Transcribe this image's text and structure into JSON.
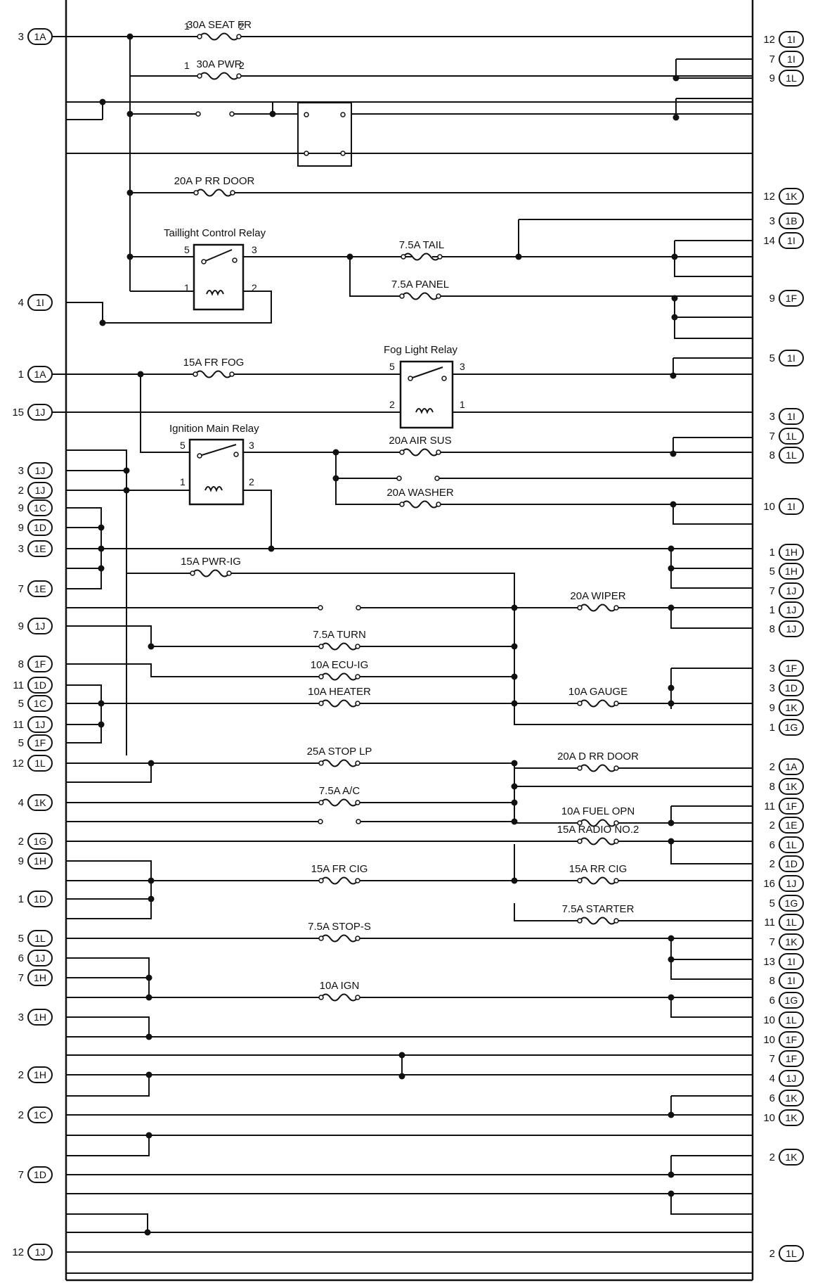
{
  "fuses": [
    {
      "label": "30A SEAT FR",
      "pins": [
        "1",
        "2"
      ]
    },
    {
      "label": "30A PWR",
      "pins": [
        "1",
        "2"
      ]
    },
    {
      "label": "20A P RR DOOR"
    },
    {
      "label": "7.5A TAIL"
    },
    {
      "label": "7.5A PANEL"
    },
    {
      "label": "15A FR FOG"
    },
    {
      "label": "20A AIR SUS"
    },
    {
      "label": "20A WASHER"
    },
    {
      "label": "15A PWR-IG"
    },
    {
      "label": "20A WIPER"
    },
    {
      "label": "7.5A TURN"
    },
    {
      "label": "10A ECU-IG"
    },
    {
      "label": "10A HEATER"
    },
    {
      "label": "10A GAUGE"
    },
    {
      "label": "25A STOP LP"
    },
    {
      "label": "20A D RR DOOR"
    },
    {
      "label": "7.5A A/C"
    },
    {
      "label": "10A FUEL OPN"
    },
    {
      "label": "15A RADIO NO.2"
    },
    {
      "label": "15A FR CIG"
    },
    {
      "label": "15A RR CIG"
    },
    {
      "label": "7.5A STARTER"
    },
    {
      "label": "7.5A STOP-S"
    },
    {
      "label": "10A IGN"
    }
  ],
  "relays": [
    {
      "label": "Taillight Control Relay",
      "pins": [
        "5",
        "3",
        "1",
        "2"
      ]
    },
    {
      "label": "Fog Light Relay",
      "pins": [
        "5",
        "3",
        "2",
        "1"
      ]
    },
    {
      "label": "Ignition Main Relay",
      "pins": [
        "5",
        "3",
        "1",
        "2"
      ]
    }
  ],
  "left_terminals": [
    {
      "pin": "3",
      "code": "1A"
    },
    {
      "pin": "4",
      "code": "1I"
    },
    {
      "pin": "1",
      "code": "1A"
    },
    {
      "pin": "15",
      "code": "1J"
    },
    {
      "pin": "3",
      "code": "1J"
    },
    {
      "pin": "2",
      "code": "1J"
    },
    {
      "pin": "9",
      "code": "1C"
    },
    {
      "pin": "9",
      "code": "1D"
    },
    {
      "pin": "3",
      "code": "1E"
    },
    {
      "pin": "7",
      "code": "1E"
    },
    {
      "pin": "9",
      "code": "1J"
    },
    {
      "pin": "8",
      "code": "1F"
    },
    {
      "pin": "11",
      "code": "1D"
    },
    {
      "pin": "5",
      "code": "1C"
    },
    {
      "pin": "11",
      "code": "1J"
    },
    {
      "pin": "5",
      "code": "1F"
    },
    {
      "pin": "12",
      "code": "1L"
    },
    {
      "pin": "4",
      "code": "1K"
    },
    {
      "pin": "2",
      "code": "1G"
    },
    {
      "pin": "9",
      "code": "1H"
    },
    {
      "pin": "1",
      "code": "1D"
    },
    {
      "pin": "5",
      "code": "1L"
    },
    {
      "pin": "6",
      "code": "1J"
    },
    {
      "pin": "7",
      "code": "1H"
    },
    {
      "pin": "3",
      "code": "1H"
    },
    {
      "pin": "2",
      "code": "1H"
    },
    {
      "pin": "2",
      "code": "1C"
    },
    {
      "pin": "7",
      "code": "1D"
    },
    {
      "pin": "12",
      "code": "1J"
    }
  ],
  "right_terminals": [
    {
      "pin": "12",
      "code": "1I"
    },
    {
      "pin": "7",
      "code": "1I"
    },
    {
      "pin": "9",
      "code": "1L"
    },
    {
      "pin": "12",
      "code": "1K"
    },
    {
      "pin": "3",
      "code": "1B"
    },
    {
      "pin": "14",
      "code": "1I"
    },
    {
      "pin": "9",
      "code": "1F"
    },
    {
      "pin": "5",
      "code": "1I"
    },
    {
      "pin": "3",
      "code": "1I"
    },
    {
      "pin": "7",
      "code": "1L"
    },
    {
      "pin": "8",
      "code": "1L"
    },
    {
      "pin": "10",
      "code": "1I"
    },
    {
      "pin": "1",
      "code": "1H"
    },
    {
      "pin": "5",
      "code": "1H"
    },
    {
      "pin": "7",
      "code": "1J"
    },
    {
      "pin": "1",
      "code": "1J"
    },
    {
      "pin": "8",
      "code": "1J"
    },
    {
      "pin": "3",
      "code": "1F"
    },
    {
      "pin": "3",
      "code": "1D"
    },
    {
      "pin": "9",
      "code": "1K"
    },
    {
      "pin": "1",
      "code": "1G"
    },
    {
      "pin": "2",
      "code": "1A"
    },
    {
      "pin": "8",
      "code": "1K"
    },
    {
      "pin": "11",
      "code": "1F"
    },
    {
      "pin": "2",
      "code": "1E"
    },
    {
      "pin": "6",
      "code": "1L"
    },
    {
      "pin": "2",
      "code": "1D"
    },
    {
      "pin": "16",
      "code": "1J"
    },
    {
      "pin": "5",
      "code": "1G"
    },
    {
      "pin": "11",
      "code": "1L"
    },
    {
      "pin": "7",
      "code": "1K"
    },
    {
      "pin": "13",
      "code": "1I"
    },
    {
      "pin": "8",
      "code": "1I"
    },
    {
      "pin": "6",
      "code": "1G"
    },
    {
      "pin": "10",
      "code": "1L"
    },
    {
      "pin": "10",
      "code": "1F"
    },
    {
      "pin": "7",
      "code": "1F"
    },
    {
      "pin": "4",
      "code": "1J"
    },
    {
      "pin": "6",
      "code": "1K"
    },
    {
      "pin": "10",
      "code": "1K"
    },
    {
      "pin": "2",
      "code": "1K"
    },
    {
      "pin": "2",
      "code": "1L"
    }
  ]
}
